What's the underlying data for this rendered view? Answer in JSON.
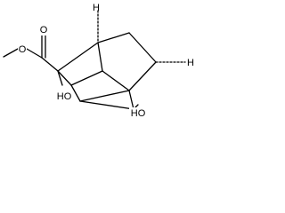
{
  "molecule": {
    "structure": "adamantane",
    "atom_labels": {
      "ester_oxygen_carbonyl": "O",
      "ester_oxygen_methoxy": "O",
      "hydroxyl_1": "HO",
      "hydroxyl_2": "HO"
    },
    "colors": {
      "bonds": "#000000",
      "background": "#ffffff"
    }
  }
}
